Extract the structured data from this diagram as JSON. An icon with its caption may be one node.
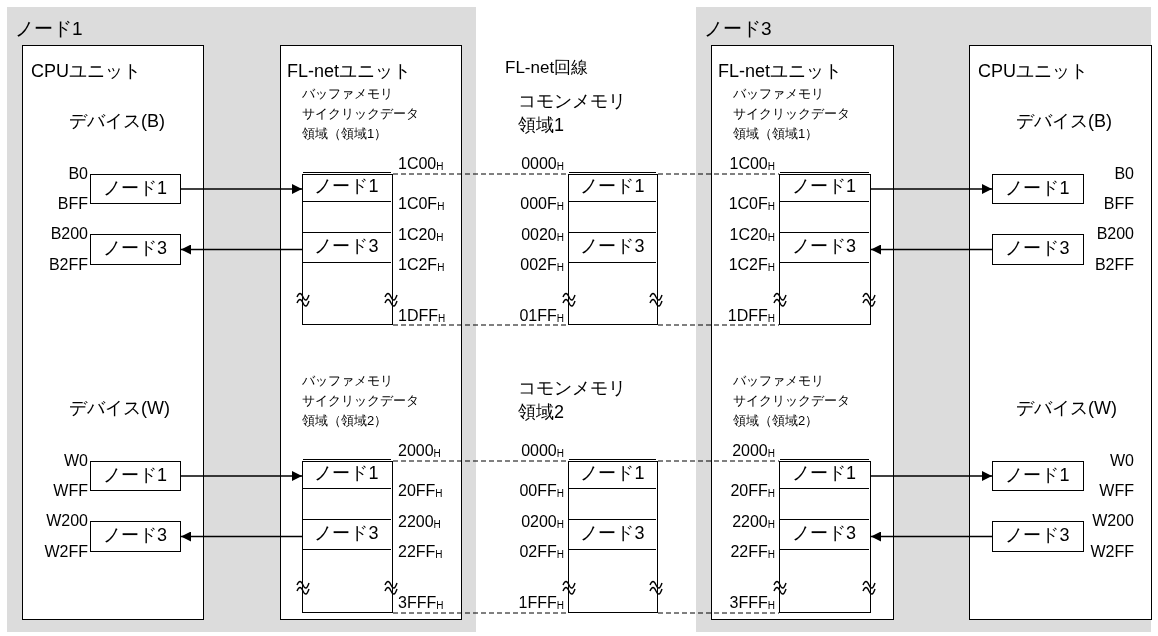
{
  "diagram": {
    "nodes": [
      {
        "text": [
          "ノード1"
        ]
      },
      {
        "text": [
          "CPUユニット",
          "デバイス(B)",
          "デバイス(W)"
        ],
        "in": 0
      },
      {
        "text": [
          "ノード1"
        ],
        "in": 1
      },
      {
        "text": [
          "ノード3"
        ],
        "in": 1
      },
      {
        "text": [
          "ノード1"
        ],
        "in": 1
      },
      {
        "text": [
          "ノード3"
        ],
        "in": 1
      },
      {
        "text": [
          "FL-netユニット",
          "バッファメモリサイクリックデータ領域（領域1）",
          "バッファメモリサイクリックデータ領域（領域2）"
        ],
        "in": 0
      },
      {
        "text": [],
        "shape": "box",
        "in": 6
      },
      {
        "text": [
          "ノード1"
        ],
        "in": 7
      },
      {
        "text": [
          "ノード3"
        ],
        "in": 7
      },
      {
        "text": [],
        "shape": "box",
        "in": 6
      },
      {
        "text": [
          "ノード1"
        ],
        "in": 10
      },
      {
        "text": [
          "ノード3"
        ],
        "in": 10
      },
      {
        "text": [],
        "shape": "box"
      },
      {
        "text": [
          "ノード1"
        ],
        "in": 13
      },
      {
        "text": [
          "ノード3"
        ],
        "in": 13
      },
      {
        "text": [],
        "shape": "box"
      },
      {
        "text": [
          "ノード1"
        ],
        "in": 16
      },
      {
        "text": [
          "ノード3"
        ],
        "in": 16
      },
      {
        "text": [
          "ノード3"
        ]
      },
      {
        "text": [
          "FL-netユニット",
          "バッファメモリサイクリックデータ領域（領域1）",
          "バッファメモリサイクリックデータ領域（領域2）"
        ],
        "in": 19
      },
      {
        "text": [],
        "shape": "box",
        "in": 20
      },
      {
        "text": [
          "ノード1"
        ],
        "in": 21
      },
      {
        "text": [
          "ノード3"
        ],
        "in": 21
      },
      {
        "text": [],
        "shape": "box",
        "in": 20
      },
      {
        "text": [
          "ノード1"
        ],
        "in": 24
      },
      {
        "text": [
          "ノード3"
        ],
        "in": 24
      },
      {
        "text": [
          "CPUユニット",
          "デバイス(B)",
          "デバイス(W)"
        ],
        "in": 19
      },
      {
        "text": [
          "ノード1"
        ],
        "in": 27
      },
      {
        "text": [
          "ノード3"
        ],
        "in": 27
      },
      {
        "text": [
          "ノード1"
        ],
        "in": 27
      },
      {
        "text": [
          "ノード3"
        ],
        "in": 27
      }
    ],
    "edges": [
      {
        "from": 2,
        "to": 8,
        "arrow": "to"
      },
      {
        "from": 9,
        "to": 3,
        "arrow": "to"
      },
      {
        "from": 4,
        "to": 11,
        "arrow": "to"
      },
      {
        "from": 12,
        "to": 5,
        "arrow": "to"
      },
      {
        "from": 22,
        "to": 28,
        "arrow": "to"
      },
      {
        "from": 29,
        "to": 23,
        "arrow": "to"
      },
      {
        "from": 25,
        "to": 30,
        "arrow": "to"
      },
      {
        "from": 31,
        "to": 26,
        "arrow": "to"
      },
      {
        "from": 7,
        "to": 13,
        "arrow": "none",
        "style": "dashed"
      },
      {
        "from": 7,
        "to": 13,
        "arrow": "none",
        "style": "dashed"
      },
      {
        "from": 13,
        "to": 21,
        "arrow": "none",
        "style": "dashed"
      },
      {
        "from": 13,
        "to": 21,
        "arrow": "none",
        "style": "dashed"
      },
      {
        "from": 10,
        "to": 16,
        "arrow": "none",
        "style": "dashed"
      },
      {
        "from": 10,
        "to": 16,
        "arrow": "none",
        "style": "dashed"
      },
      {
        "from": 16,
        "to": 24,
        "arrow": "none",
        "style": "dashed"
      },
      {
        "from": 16,
        "to": 24,
        "arrow": "none",
        "style": "dashed"
      }
    ],
    "labels": [
      "FL-net回線",
      "コモンメモリ領域1",
      "コモンメモリ領域2",
      "B0",
      "BFF",
      "B200",
      "B2FF",
      "1C00$_{H}$",
      "1C0F$_{H}$",
      "1C20$_{H}$",
      "1C2F$_{H}$",
      "1DFF$_{H}$",
      "0000$_{H}$",
      "000F$_{H}$",
      "0020$_{H}$",
      "002F$_{H}$",
      "01FF$_{H}$",
      "1C00$_{H}$",
      "1C0F$_{H}$",
      "1C20$_{H}$",
      "1C2F$_{H}$",
      "1DFF$_{H}$",
      "B0",
      "BFF",
      "B200",
      "B2FF",
      "W0",
      "WFF",
      "W200",
      "W2FF",
      "2000$_{H}$",
      "20FF$_{H}$",
      "2200$_{H}$",
      "22FF$_{H}$",
      "3FFF$_{H}$",
      "0000$_{H}$",
      "00FF$_{H}$",
      "0200$_{H}$",
      "02FF$_{H}$",
      "1FFF$_{H}$",
      "2000$_{H}$",
      "20FF$_{H}$",
      "2200$_{H}$",
      "22FF$_{H}$",
      "3FFF$_{H}$",
      "W0",
      "WFF",
      "W200",
      "W2FF"
    ]
  }
}
